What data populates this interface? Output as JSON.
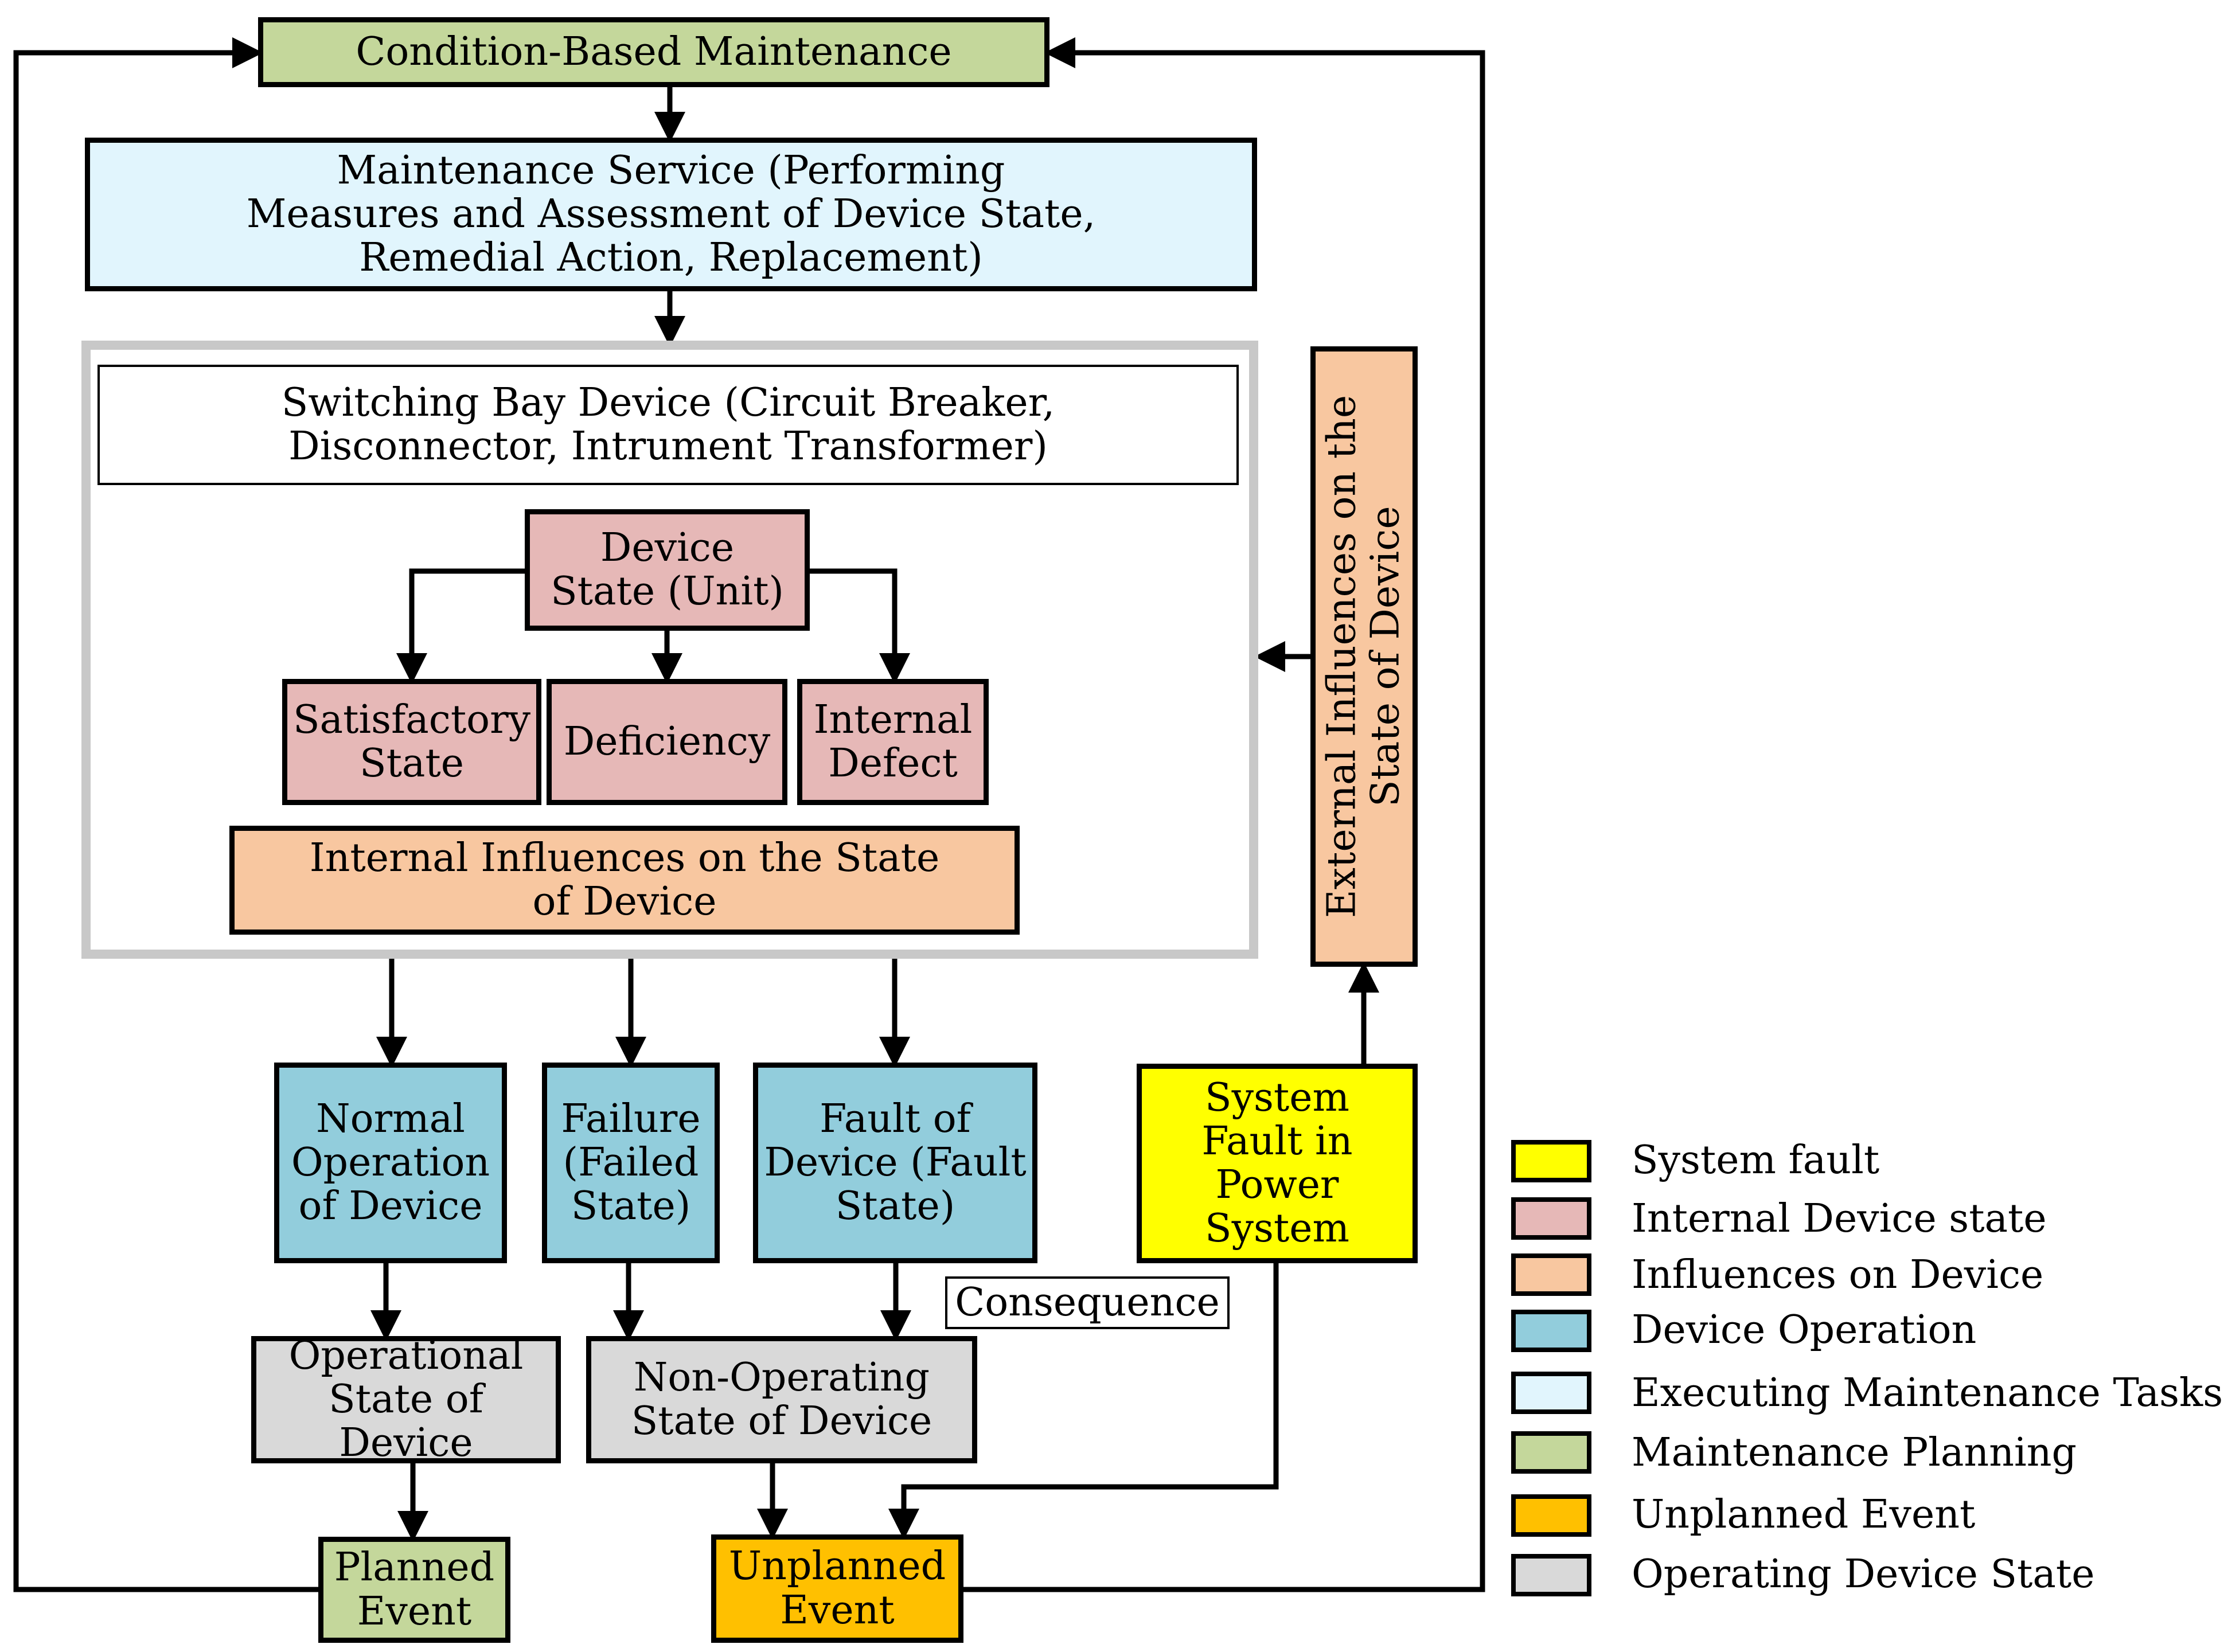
{
  "colors": {
    "system_fault": "#ffff00",
    "internal_device_state": "#e6b8b7",
    "influences_on_device": "#f8c7a0",
    "device_operation": "#92cddc",
    "executing_maintenance": "#e1f5fd",
    "maintenance_planning": "#c4d79b",
    "unplanned_event": "#ffc000",
    "operating_device_state": "#d9d9d9",
    "container_border": "#c8c8c8"
  },
  "nodes": {
    "cbm": "Condition-Based Maintenance",
    "maintenance_service": "Maintenance Service (Performing Measures and Assessment of Device State, Remedial Action, Replacement)",
    "switching_bay": "Switching Bay Device (Circuit Breaker, Disconnector, Intrument Transformer)",
    "device_state": "Device State (Unit)",
    "satisfactory": "Satisfactory State",
    "deficiency": "Deficiency",
    "internal_defect": "Internal Defect",
    "internal_influences": "Internal Influences on the State of Device",
    "external_influences": "External Influences on the State of Device",
    "normal_operation": "Normal Operation of Device",
    "failure": "Failure (Failed State)",
    "fault_device": "Fault of Device (Fault State)",
    "system_fault": "System Fault in Power System",
    "consequence": "Consequence",
    "operational_state": "Operational State of Device",
    "non_operating": "Non-Operating State of Device",
    "planned_event": "Planned Event",
    "unplanned_event": "Unplanned Event"
  },
  "legend": [
    {
      "label": "System fault",
      "color": "#ffff00"
    },
    {
      "label": "Internal Device state",
      "color": "#e6b8b7"
    },
    {
      "label": "Influences on Device",
      "color": "#f8c7a0"
    },
    {
      "label": "Device Operation",
      "color": "#92cddc"
    },
    {
      "label": "Executing Maintenance Tasks",
      "color": "#e1f5fd"
    },
    {
      "label": "Maintenance Planning",
      "color": "#c4d79b"
    },
    {
      "label": "Unplanned Event",
      "color": "#ffc000"
    },
    {
      "label": "Operating Device State",
      "color": "#d9d9d9"
    }
  ]
}
